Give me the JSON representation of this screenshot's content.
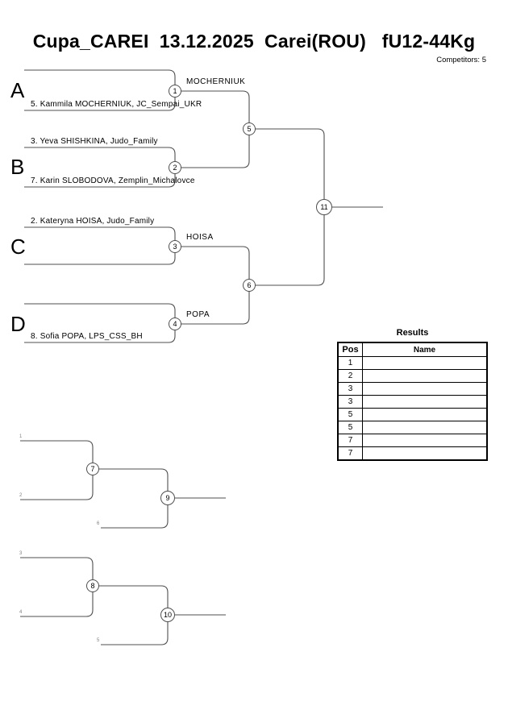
{
  "header": {
    "title": "Cupa_CAREI  13.12.2025  Carei(ROU)   fU12-44Kg",
    "competitors": "Competitors: 5"
  },
  "bracket": {
    "groups": [
      {
        "letter": "A",
        "top": "",
        "bottom": "5. Kammila MOCHERNIUK, JC_Sempai_UKR",
        "match": "1",
        "winner": "MOCHERNIUK"
      },
      {
        "letter": "B",
        "top": "3. Yeva SHISHKINA, Judo_Family",
        "bottom": "7. Karin SLOBODOVA, Zemplin_Michalovce",
        "match": "2",
        "winner": ""
      },
      {
        "letter": "C",
        "top": "2. Kateryna HOISA, Judo_Family",
        "bottom": "",
        "match": "3",
        "winner": "HOISA"
      },
      {
        "letter": "D",
        "top": "",
        "bottom": "8. Sofia POPA, LPS_CSS_BH",
        "match": "4",
        "winner": "POPA"
      }
    ],
    "semifinals": [
      "5",
      "6"
    ],
    "final": "11"
  },
  "repechage": {
    "upper": {
      "feeds": [
        "1",
        "2",
        "6"
      ],
      "matches": [
        "7",
        "9"
      ]
    },
    "lower": {
      "feeds": [
        "3",
        "4",
        "5"
      ],
      "matches": [
        "8",
        "10"
      ]
    }
  },
  "results": {
    "title": "Results",
    "columns": [
      "Pos",
      "Name"
    ],
    "rows": [
      {
        "pos": "1",
        "name": ""
      },
      {
        "pos": "2",
        "name": ""
      },
      {
        "pos": "3",
        "name": ""
      },
      {
        "pos": "3",
        "name": ""
      },
      {
        "pos": "5",
        "name": ""
      },
      {
        "pos": "5",
        "name": ""
      },
      {
        "pos": "7",
        "name": ""
      },
      {
        "pos": "7",
        "name": ""
      }
    ]
  },
  "colors": {
    "line": "#4f4f4f",
    "text": "#000000",
    "feed_number": "#808080"
  }
}
